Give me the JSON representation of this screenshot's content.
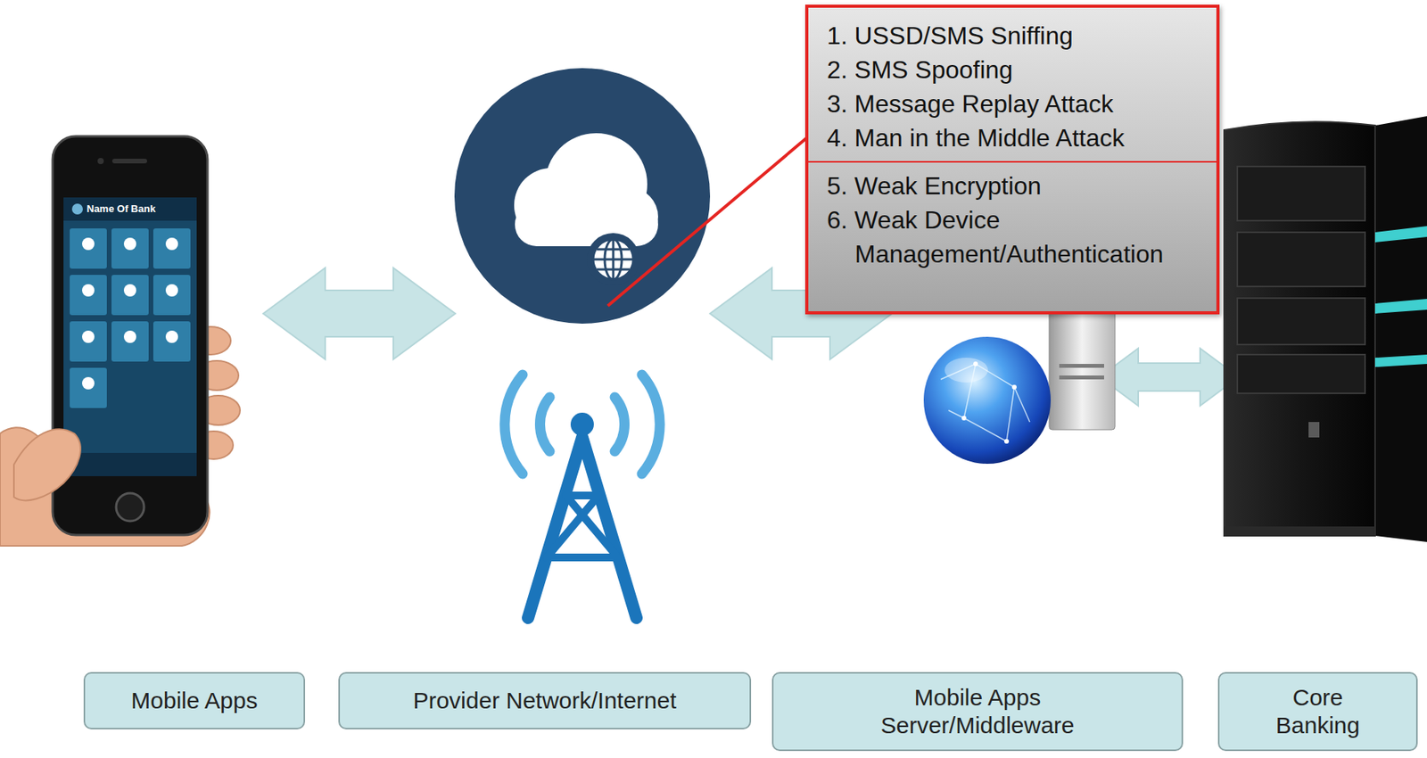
{
  "diagram": {
    "nodes": [
      {
        "text": [
          "1. USSD/SMS Sniffing",
          "2. SMS Spoofing",
          "3. Message Replay Attack",
          "4. Man in the Middle Attack",
          "5. Weak Encryption",
          "6. Weak Device Management/Authentication"
        ]
      },
      {
        "text": [
          "Mobile Apps"
        ]
      },
      {
        "text": [
          "Provider Network/Internet"
        ]
      },
      {
        "text": [
          "Mobile Apps Server/Middleware"
        ]
      },
      {
        "text": [
          "Core Banking"
        ]
      }
    ],
    "labels": [
      "Name Of Bank"
    ]
  }
}
